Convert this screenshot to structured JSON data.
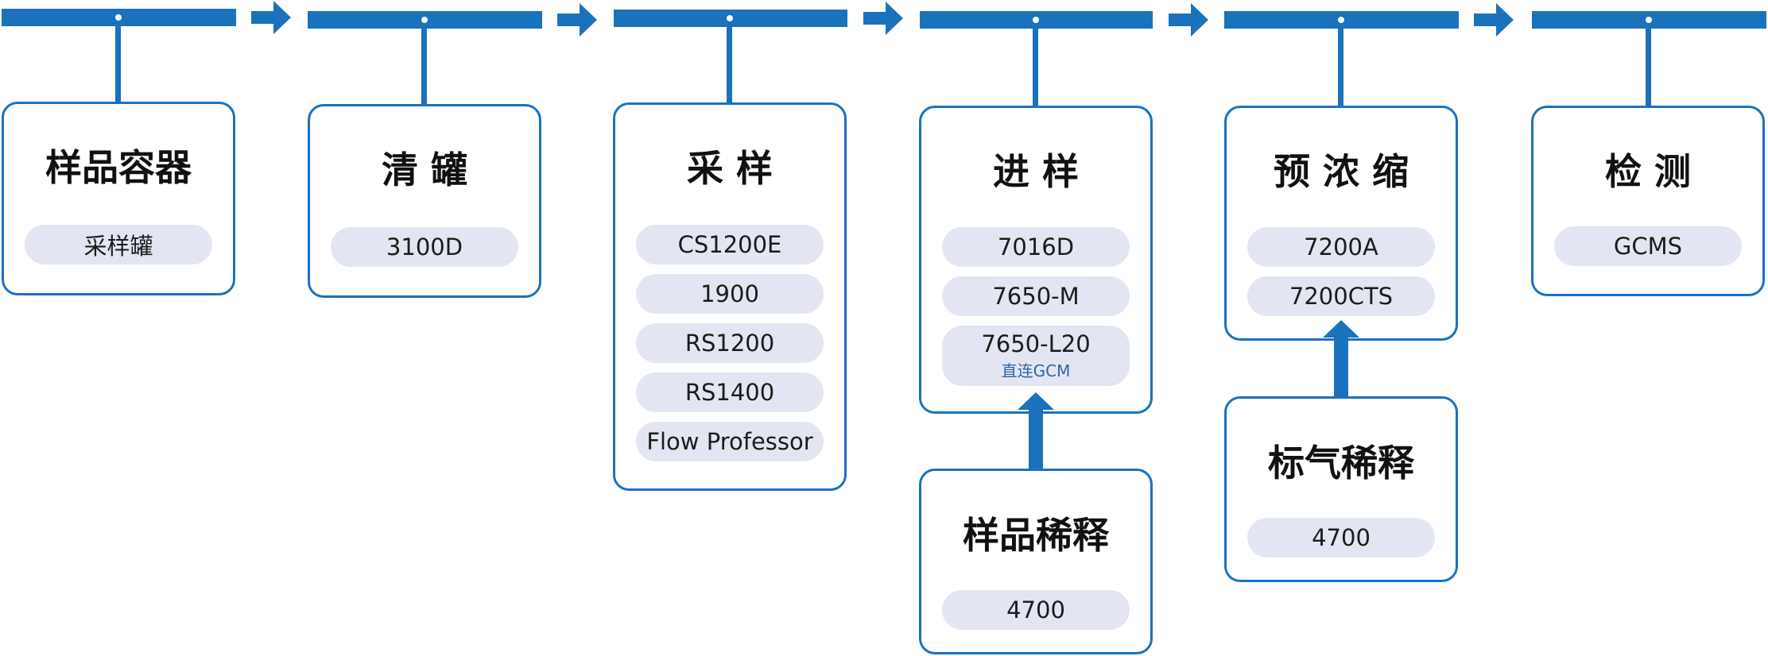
{
  "colors": {
    "accent": "#1a72bd",
    "tag_bg": "#e3e6f2",
    "sub_text": "#2f64a4"
  },
  "stages": [
    {
      "title": "样品容器",
      "items": [
        {
          "label": "采样罐"
        }
      ]
    },
    {
      "title": "清 罐",
      "items": [
        {
          "label": "3100D"
        }
      ]
    },
    {
      "title": "采 样",
      "items": [
        {
          "label": "CS1200E"
        },
        {
          "label": "1900"
        },
        {
          "label": "RS1200"
        },
        {
          "label": "RS1400"
        },
        {
          "label": "Flow Professor"
        }
      ]
    },
    {
      "title": "进 样",
      "items": [
        {
          "label": "7016D"
        },
        {
          "label": "7650-M"
        },
        {
          "label": "7650-L20",
          "sub": "直连GCM"
        }
      ]
    },
    {
      "title": "预 浓 缩",
      "items": [
        {
          "label": "7200A"
        },
        {
          "label": "7200CTS"
        }
      ]
    },
    {
      "title": "检 测",
      "items": [
        {
          "label": "GCMS"
        }
      ]
    }
  ],
  "feeders": [
    {
      "title": "样品稀释",
      "items": [
        {
          "label": "4700"
        }
      ]
    },
    {
      "title": "标气稀释",
      "items": [
        {
          "label": "4700"
        }
      ]
    }
  ]
}
